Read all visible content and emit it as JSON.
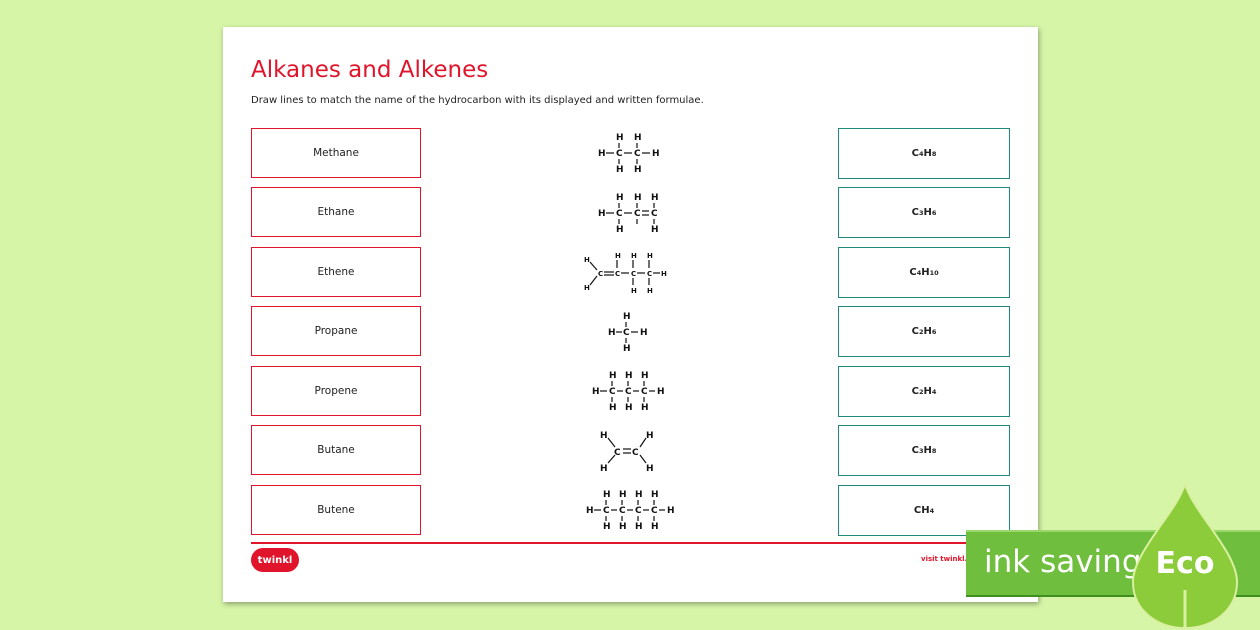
{
  "title": "Alkanes and Alkenes",
  "instructions": "Draw lines to match the name of the hydrocarbon with its displayed and written formulae.",
  "names": [
    "Methane",
    "Ethane",
    "Ethene",
    "Propane",
    "Propene",
    "Butane",
    "Butene"
  ],
  "formulae": [
    {
      "c": "C",
      "cn": "4",
      "h": "H",
      "hn": "8"
    },
    {
      "c": "C",
      "cn": "3",
      "h": "H",
      "hn": "6"
    },
    {
      "c": "C",
      "cn": "4",
      "h": "H",
      "hn": "10"
    },
    {
      "c": "C",
      "cn": "2",
      "h": "H",
      "hn": "6"
    },
    {
      "c": "C",
      "cn": "2",
      "h": "H",
      "hn": "4"
    },
    {
      "c": "C",
      "cn": "3",
      "h": "H",
      "hn": "8"
    },
    {
      "c": "C",
      "cn": "",
      "h": "H",
      "hn": "4"
    }
  ],
  "atoms": {
    "h": "H",
    "c": "C"
  },
  "footer": {
    "logo": "twinkl",
    "visit": "visit twinkl.co"
  },
  "badge": {
    "text": "ink saving",
    "eco": "Eco"
  },
  "colors": {
    "background": "#d6f5a7",
    "title": "#e0152b",
    "name_border": "#e0152b",
    "formula_border": "#1f8a7d",
    "badge": "#6fbe3d"
  }
}
